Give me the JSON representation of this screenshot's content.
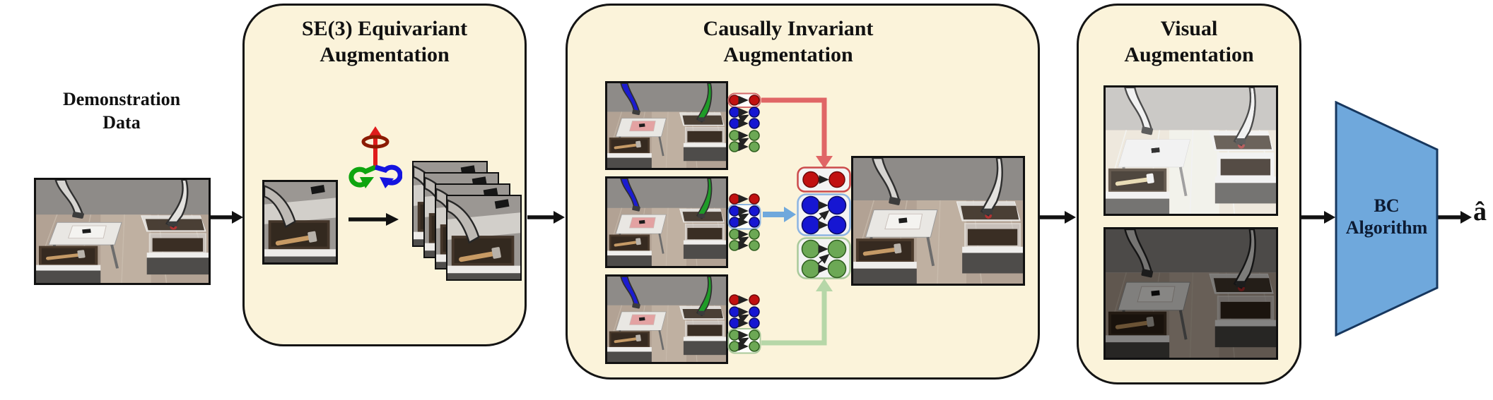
{
  "colors": {
    "panel-bg": "#FBF3DA",
    "panel-border": "#141414",
    "node-red": "#C11010",
    "node-blue": "#1616D2",
    "node-green": "#6CA855",
    "route-red": "#E06666",
    "route-blue": "#6FA8DC",
    "route-green": "#B6D7A8",
    "hl-red": "#D46A6A",
    "hl-blue": "#8DB4E2",
    "hl-green": "#A9C99A",
    "trapezoid-fill": "#6FA8DC",
    "trapezoid-border": "#17375E",
    "text": "#111111"
  },
  "demo": {
    "label_line1": "Demonstration",
    "label_line2": "Data"
  },
  "se3_panel": {
    "title_line1": "SE(3) Equivariant",
    "title_line2": "Augmentation"
  },
  "causal_panel": {
    "title_line1": "Causally Invariant",
    "title_line2": "Augmentation"
  },
  "visual_panel": {
    "title_line1": "Visual",
    "title_line2": "Augmentation"
  },
  "bc_block": {
    "label_line1": "BC",
    "label_line2": "Algorithm"
  },
  "output": {
    "symbol": "â"
  }
}
